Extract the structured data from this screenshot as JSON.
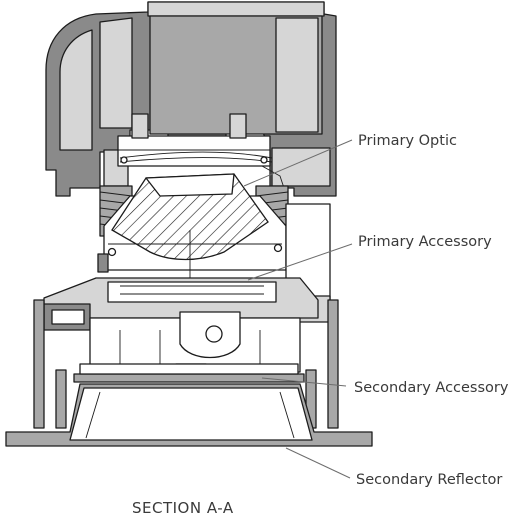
{
  "labels": {
    "primary_optic": "Primary Optic",
    "primary_accessory": "Primary Accessory",
    "secondary_accessory": "Secondary Accessory",
    "secondary_reflector": "Secondary Reflector"
  },
  "caption": "SECTION A-A"
}
